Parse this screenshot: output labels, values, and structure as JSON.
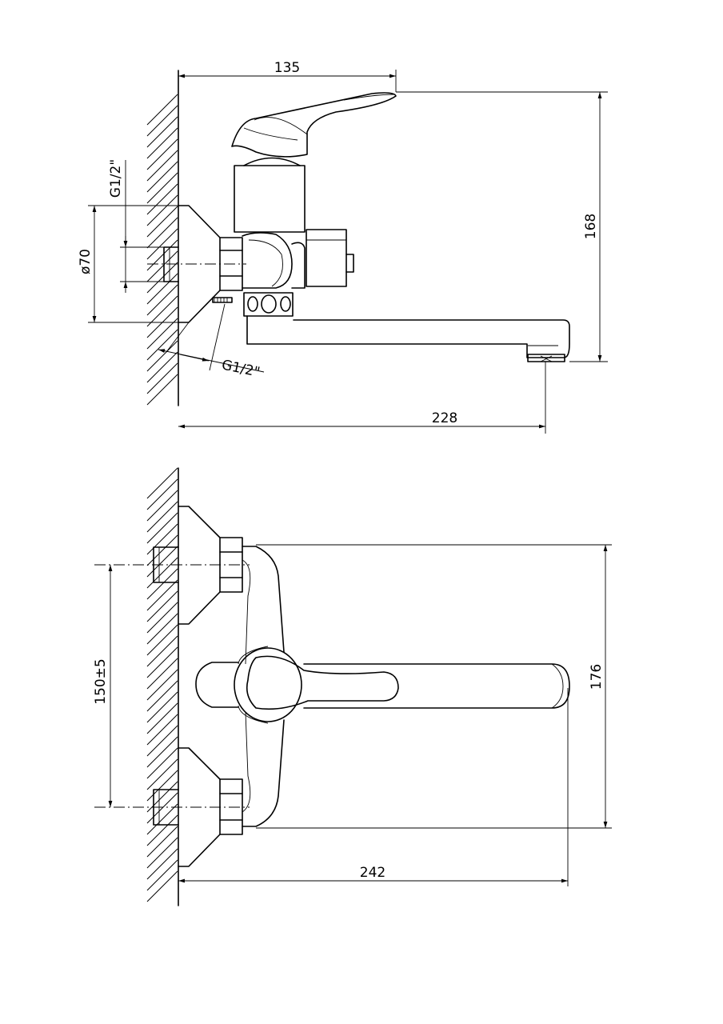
{
  "side_view": {
    "dim_top": "135",
    "dim_height": "168",
    "dim_thread_top": "G1/2\"",
    "dim_flange": "ø70",
    "dim_thread_bottom": "G1/2\"",
    "dim_reach": "228"
  },
  "top_view": {
    "dim_center": "150±5",
    "dim_depth": "176",
    "dim_length": "242"
  }
}
